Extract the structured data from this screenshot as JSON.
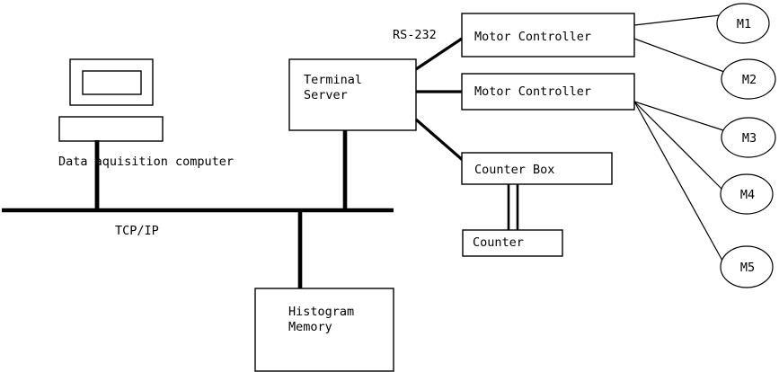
{
  "diagram": {
    "title": "Data acquisition system block diagram",
    "background_color": "#ffffff",
    "line_color": "#000000",
    "nodes": {
      "monitor": {
        "label": ""
      },
      "computer_base": {
        "label": ""
      },
      "computer_caption": {
        "label": "Data aquisition computer"
      },
      "terminal_server": {
        "label_line1": "Terminal",
        "label_line2": "Server"
      },
      "motor_controller_1": {
        "label": "Motor Controller"
      },
      "motor_controller_2": {
        "label": "Motor Controller"
      },
      "counter_box": {
        "label": "Counter Box"
      },
      "counter": {
        "label": "Counter"
      },
      "histogram_memory": {
        "label_line1": "Histogram",
        "label_line2": "Memory"
      },
      "motor_m1": {
        "label": "M1"
      },
      "motor_m2": {
        "label": "M2"
      },
      "motor_m3": {
        "label": "M3"
      },
      "motor_m4": {
        "label": "M4"
      },
      "motor_m5": {
        "label": "M5"
      }
    },
    "links": {
      "network_bus": {
        "label": "TCP/IP"
      },
      "serial_link": {
        "label": "RS-232"
      }
    }
  }
}
